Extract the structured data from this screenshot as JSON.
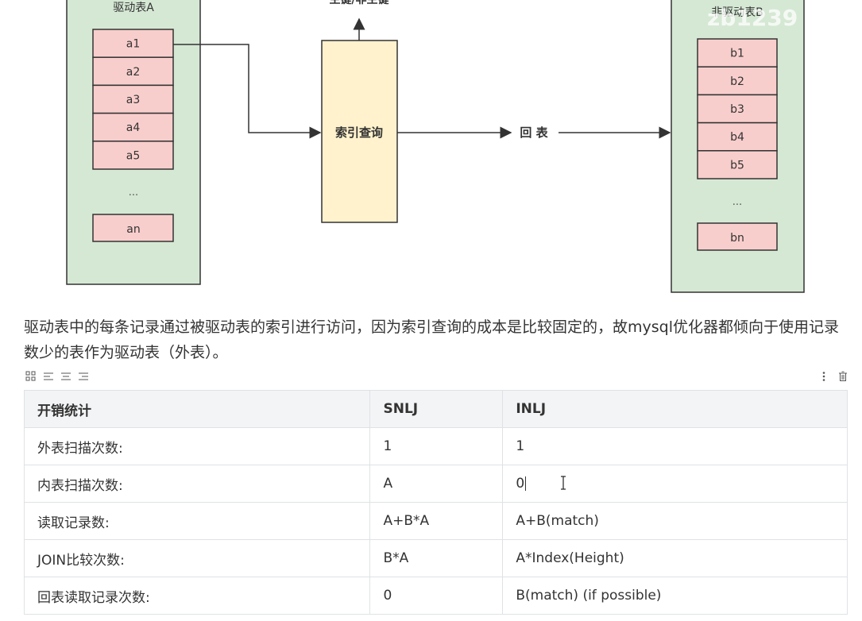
{
  "diagram": {
    "left_table": {
      "title": "驱动表A",
      "rows": [
        "a1",
        "a2",
        "a3",
        "a4",
        "a5"
      ],
      "ellipsis": "...",
      "last": "an"
    },
    "index_box": {
      "label": "索引查询",
      "top_label": "主键/非主键"
    },
    "back_label": "回 表",
    "right_table": {
      "title": "非驱动表B",
      "rows": [
        "b1",
        "b2",
        "b3",
        "b4",
        "b5"
      ],
      "ellipsis": "...",
      "last": "bn"
    },
    "watermark": "zb1239"
  },
  "description": "驱动表中的每条记录通过被驱动表的索引进行访问，因为索引查询的成本是比较固定的，故mysql优化器都倾向于使用记录数少的表作为驱动表（外表）。",
  "toolbar": {
    "left_icons": [
      "grid-icon",
      "align-left-icon",
      "align-center-icon",
      "align-right-icon"
    ],
    "right_icons": [
      "more-vertical-icon",
      "trash-icon"
    ]
  },
  "table": {
    "headers": [
      "开销统计",
      "SNLJ",
      "INLJ"
    ],
    "rows": [
      [
        "外表扫描次数:",
        "1",
        "1"
      ],
      [
        "内表扫描次数:",
        "A",
        "0"
      ],
      [
        "读取记录数:",
        "A+B*A",
        "A+B(match)"
      ],
      [
        "JOIN比较次数:",
        "B*A",
        "A*Index(Height)"
      ],
      [
        "回表读取记录次数:",
        "0",
        "B(match) (if possible)"
      ]
    ]
  },
  "colors": {
    "green_fill": "#d5e8d4",
    "pink_fill": "#f8cecc",
    "yellow_fill": "#fff2cc",
    "stroke": "#333333"
  }
}
